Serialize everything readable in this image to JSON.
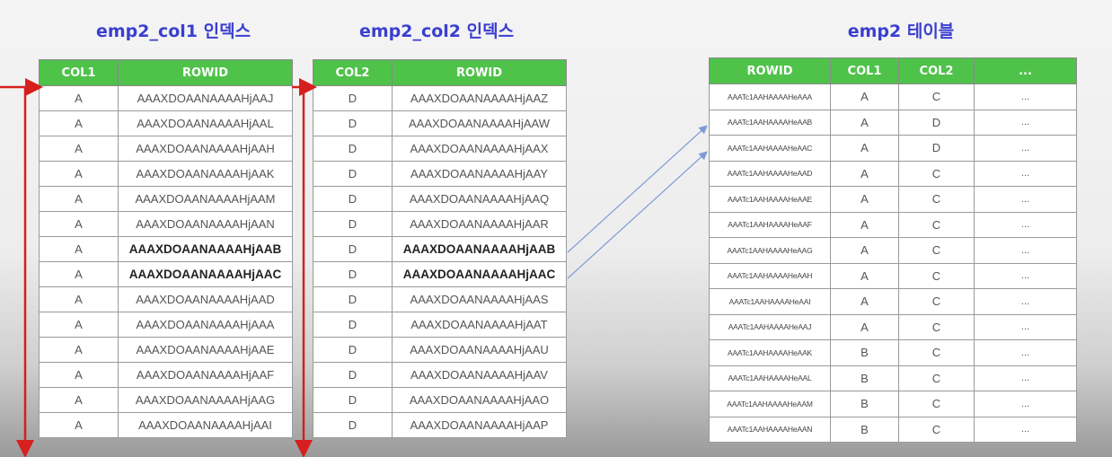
{
  "titles": {
    "idx1": "emp2_col1 인덱스",
    "idx2": "emp2_col2 인덱스",
    "table": "emp2 테이블"
  },
  "idx1": {
    "headers": [
      "COL1",
      "ROWID"
    ],
    "rows": [
      [
        "A",
        "AAAXDOAANAAAAHjAAJ"
      ],
      [
        "A",
        "AAAXDOAANAAAAHjAAL"
      ],
      [
        "A",
        "AAAXDOAANAAAAHjAAH"
      ],
      [
        "A",
        "AAAXDOAANAAAAHjAAK"
      ],
      [
        "A",
        "AAAXDOAANAAAAHjAAM"
      ],
      [
        "A",
        "AAAXDOAANAAAAHjAAN"
      ],
      [
        "A",
        "AAAXDOAANAAAAHjAAB"
      ],
      [
        "A",
        "AAAXDOAANAAAAHjAAC"
      ],
      [
        "A",
        "AAAXDOAANAAAAHjAAD"
      ],
      [
        "A",
        "AAAXDOAANAAAAHjAAA"
      ],
      [
        "A",
        "AAAXDOAANAAAAHjAAE"
      ],
      [
        "A",
        "AAAXDOAANAAAAHjAAF"
      ],
      [
        "A",
        "AAAXDOAANAAAAHjAAG"
      ],
      [
        "A",
        "AAAXDOAANAAAAHjAAI"
      ]
    ],
    "bold_rows": [
      6,
      7
    ]
  },
  "idx2": {
    "headers": [
      "COL2",
      "ROWID"
    ],
    "rows": [
      [
        "D",
        "AAAXDOAANAAAAHjAAZ"
      ],
      [
        "D",
        "AAAXDOAANAAAAHjAAW"
      ],
      [
        "D",
        "AAAXDOAANAAAAHjAAX"
      ],
      [
        "D",
        "AAAXDOAANAAAAHjAAY"
      ],
      [
        "D",
        "AAAXDOAANAAAAHjAAQ"
      ],
      [
        "D",
        "AAAXDOAANAAAAHjAAR"
      ],
      [
        "D",
        "AAAXDOAANAAAAHjAAB"
      ],
      [
        "D",
        "AAAXDOAANAAAAHjAAC"
      ],
      [
        "D",
        "AAAXDOAANAAAAHjAAS"
      ],
      [
        "D",
        "AAAXDOAANAAAAHjAAT"
      ],
      [
        "D",
        "AAAXDOAANAAAAHjAAU"
      ],
      [
        "D",
        "AAAXDOAANAAAAHjAAV"
      ],
      [
        "D",
        "AAAXDOAANAAAAHjAAO"
      ],
      [
        "D",
        "AAAXDOAANAAAAHjAAP"
      ]
    ],
    "bold_rows": [
      6,
      7
    ]
  },
  "emp2": {
    "headers": [
      "ROWID",
      "COL1",
      "COL2",
      "..."
    ],
    "rows": [
      [
        "AAATc1AAHAAAAHeAAA",
        "A",
        "C",
        "..."
      ],
      [
        "AAATc1AAHAAAAHeAAB",
        "A",
        "D",
        "..."
      ],
      [
        "AAATc1AAHAAAAHeAAC",
        "A",
        "D",
        "..."
      ],
      [
        "AAATc1AAHAAAAHeAAD",
        "A",
        "C",
        "..."
      ],
      [
        "AAATc1AAHAAAAHeAAE",
        "A",
        "C",
        "..."
      ],
      [
        "AAATc1AAHAAAAHeAAF",
        "A",
        "C",
        "..."
      ],
      [
        "AAATc1AAHAAAAHeAAG",
        "A",
        "C",
        "..."
      ],
      [
        "AAATc1AAHAAAAHeAAH",
        "A",
        "C",
        "..."
      ],
      [
        "AAATc1AAHAAAAHeAAI",
        "A",
        "C",
        "..."
      ],
      [
        "AAATc1AAHAAAAHeAAJ",
        "A",
        "C",
        "..."
      ],
      [
        "AAATc1AAHAAAAHeAAK",
        "B",
        "C",
        "..."
      ],
      [
        "AAATc1AAHAAAAHeAAL",
        "B",
        "C",
        "..."
      ],
      [
        "AAATc1AAHAAAAHeAAM",
        "B",
        "C",
        "..."
      ],
      [
        "AAATc1AAHAAAAHeAAN",
        "B",
        "C",
        "..."
      ]
    ]
  },
  "colors": {
    "header_green": "#4fc24a",
    "title_blue": "#3a3fd0",
    "scan_arrow_red": "#d61f1f",
    "link_line_blue": "#7f9ad6"
  }
}
